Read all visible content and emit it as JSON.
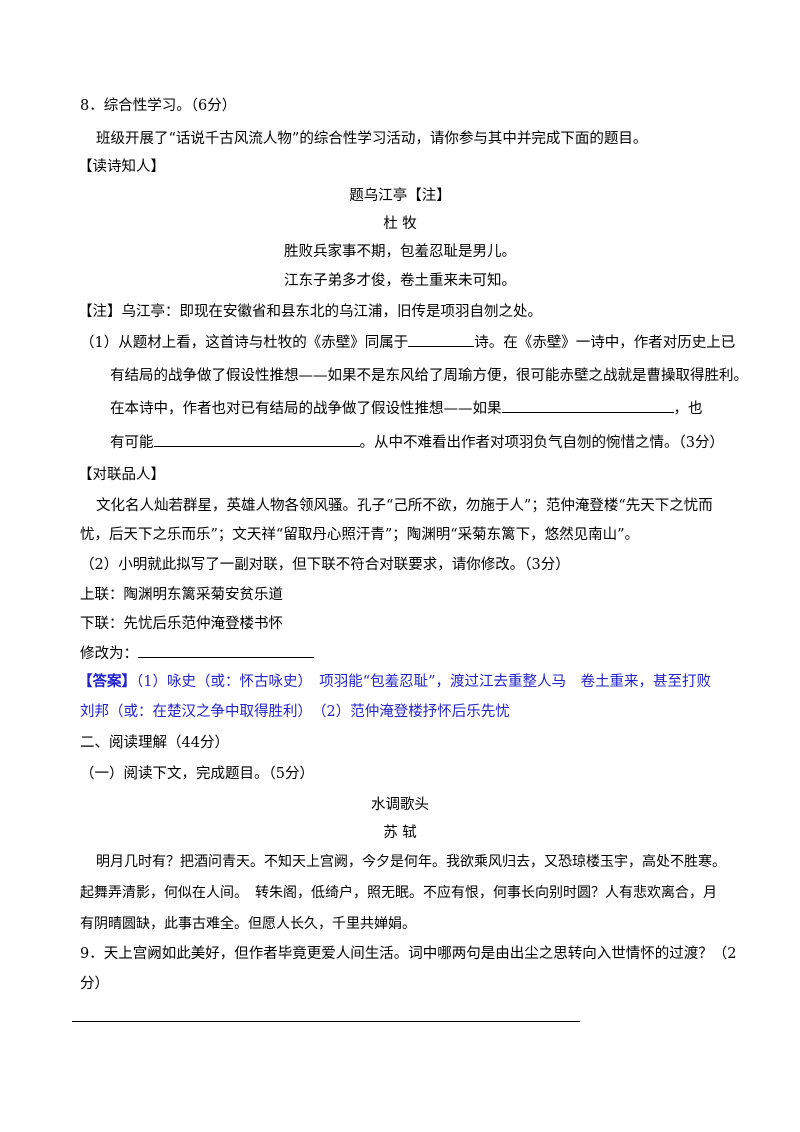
{
  "q8": {
    "title": "8．综合性学习。（6分）",
    "intro": "班级开展了“话说千古风流人物”的综合性学习活动，请你参与其中并完成下面的题目。",
    "section1": "【读诗知人】",
    "poem": {
      "title": "题乌江亭【注】",
      "author": "杜 牧",
      "line1": "胜败兵家事不期，包羞忍耻是男儿。",
      "line2": "江东子弟多才俊，卷土重来未可知。"
    },
    "note": "【注】乌江亭：即现在安徽省和县东北的乌江浦，旧传是项羽自刎之处。",
    "p1a": "（1）从题材上看，这首诗与杜牧的《赤壁》同属于",
    "p1b": "诗。在《赤壁》一诗中，作者对历史上已",
    "p1c": "有结局的战争做了假设性推想——如果不是东风给了周瑜方便，很可能赤壁之战就是曹操取得胜利。",
    "p1d": "在本诗中，作者也对已有结局的战争做了假设性推想——如果",
    "p1e": "，也",
    "p1f": "有可能",
    "p1g": "。从中不难看出作者对项羽负气自刎的惋惜之情。（3分）",
    "section2": "【对联品人】",
    "para2a": "文化名人灿若群星，英雄人物各领风骚。孔子“己所不欲，勿施于人”；范仲淹登楼“先天下之忧而",
    "para2b": "忧，后天下之乐而乐”；文天祥“留取丹心照汗青”；陶渊明“采菊东篱下，悠然见南山”。",
    "p2": "（2）小明就此拟写了一副对联，但下联不符合对联要求，请你修改。（3分）",
    "upper": "上联：陶渊明东篱采菊安贫乐道",
    "lower": "下联：先忧后乐范仲淹登楼书怀",
    "modify": "修改为：",
    "answer_label": "【答案】",
    "answer1": "（1）咏史（或：怀古咏史）　项羽能“包羞忍耻”，渡过江去重整人马　卷土重来，甚至打败",
    "answer2": "刘邦（或：在楚汉之争中取得胜利）　（2）范仲淹登楼抒怀后乐先忧"
  },
  "part2": {
    "title": "二、阅读理解（44分）",
    "sub1": "（一）阅读下文，完成题目。（5分）",
    "ci": {
      "title": "水调歌头",
      "author": "苏 轼",
      "line1": "明月几时有？把酒问青天。不知天上宫阙，今夕是何年。我欲乘风归去，又恐琼楼玉宇，高处不胜寒。",
      "line2": "起舞弄清影，何似在人间。　转朱阁，低绮户，照无眠。不应有恨，何事长向别时圆？人有悲欢离合，月",
      "line3": "有阴晴圆缺，此事古难全。但愿人长久，千里共婵娟。"
    },
    "q9a": "9．天上宫阙如此美好，但作者毕竟更爱人间生活。词中哪两句是由出尘之思转向入世情怀的过渡？（2",
    "q9b": "分）"
  }
}
